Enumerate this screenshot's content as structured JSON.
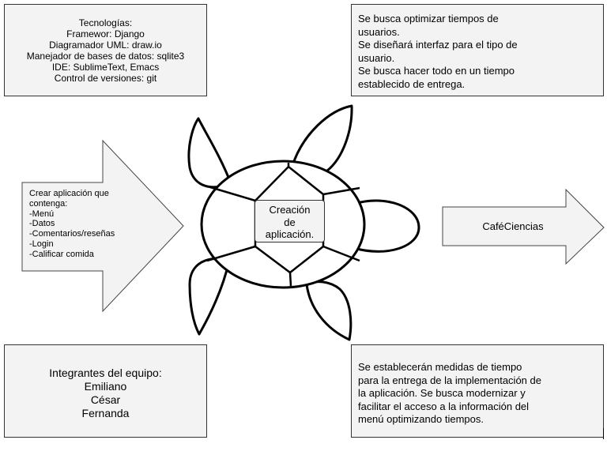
{
  "tech": {
    "title": "Tecnologías:",
    "items": [
      "Framewor: Django",
      "Diagramador UML: draw.io",
      "Manejador de bases de datos: sqlite3",
      "IDE: SublimeText, Emacs",
      "Control de versiones: git"
    ]
  },
  "goals": {
    "lines": [
      "Se busca optimizar tiempos de",
      "usuarios.",
      "Se diseñará interfaz para el tipo de",
      "usuario.",
      "Se busca hacer todo en un tiempo",
      "establecido de entrega."
    ]
  },
  "left_arrow": {
    "lines": [
      "Crear aplicación que",
      "contenga:",
      "-Menú",
      "-Datos",
      "-Comentarios/reseñas",
      "-Login",
      "-Calificar comida"
    ]
  },
  "center": {
    "lines": [
      "Creación",
      "de",
      "aplicación."
    ]
  },
  "right_arrow": {
    "label": "CaféCiencias"
  },
  "team": {
    "lines": [
      "Integrantes del equipo:",
      "Emiliano",
      "César",
      "Fernanda"
    ]
  },
  "measure": {
    "lines": [
      "Se establecerán medidas de tiempo",
      "para la entrega de la implementación de",
      "la aplicación. Se busca modernizar y",
      "facilitar el acceso a la información del",
      "menú optimizando tiempos."
    ]
  },
  "colors": {
    "box_fill": "#f3f3f3",
    "stroke": "#000000"
  }
}
